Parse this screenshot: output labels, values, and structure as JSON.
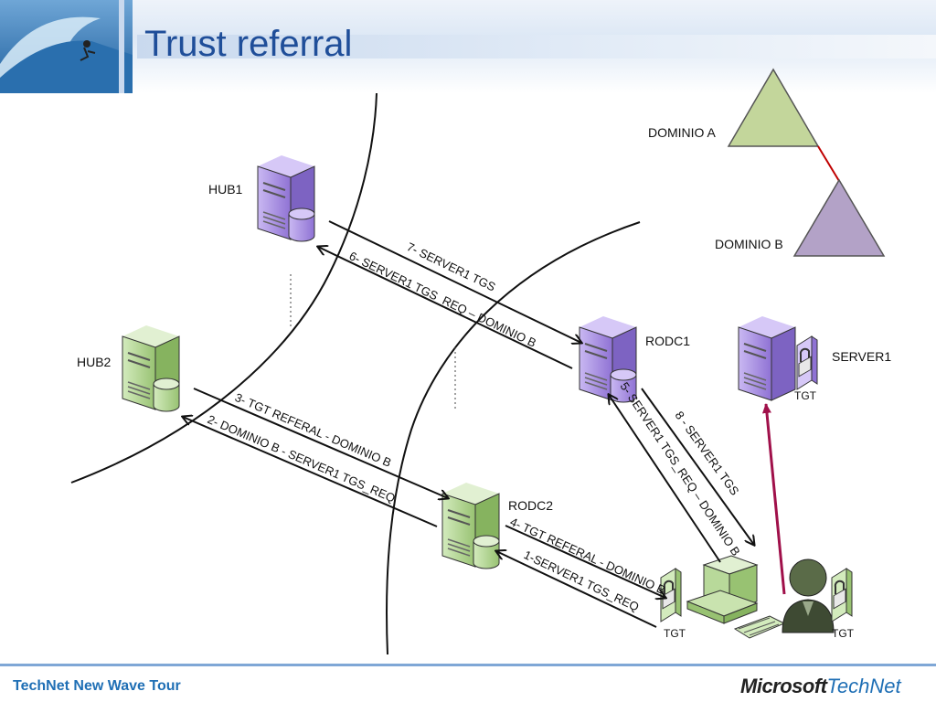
{
  "slide": {
    "title": "Trust referral",
    "footer": "TechNet New Wave Tour",
    "logo": {
      "microsoft": "Microsoft",
      "technet": "TechNet"
    }
  },
  "nodes": {
    "hub1": "HUB1",
    "hub2": "HUB2",
    "rodc1": "RODC1",
    "rodc2": "RODC2",
    "server1": "SERVER1",
    "domain_a": "DOMINIO A",
    "domain_b": "DOMINIO B"
  },
  "tgt_label": "TGT",
  "arrows": {
    "a1": "1-SERVER1 TGS_REQ",
    "a2": "2- DOMINIO B - SERVER1 TGS_REQ",
    "a3": "3- TGT REFERAL - DOMINIO B",
    "a4": "4- TGT REFERAL - DOMINIO B",
    "a5": "5- SERVER1 TGS_REQ – DOMINIO B",
    "a6": "6- SERVER1 TGS_REQ – DOMINIO B",
    "a7": "7- SERVER1 TGS",
    "a8": "8 - SERVER1 TGS"
  },
  "colors": {
    "purple_server": "#a98fe0",
    "green_server": "#b8d99a",
    "domain_a": "#c3d69b",
    "domain_b": "#b3a2c7",
    "trust_link": "#c00000",
    "client_arrow": "#a0104a",
    "title": "#1f4e99"
  }
}
